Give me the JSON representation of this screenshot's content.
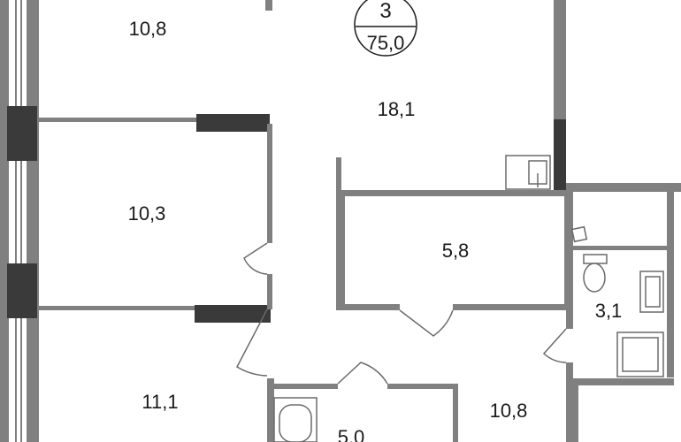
{
  "apartment": {
    "rooms_count": "3",
    "total_area": "75,0"
  },
  "rooms": [
    {
      "id": "bedroom-top",
      "area": "10,8"
    },
    {
      "id": "living-room",
      "area": "18,1"
    },
    {
      "id": "bedroom-middle",
      "area": "10,3"
    },
    {
      "id": "storage",
      "area": "5,8"
    },
    {
      "id": "bathroom-right",
      "area": "3,1"
    },
    {
      "id": "bedroom-bottom",
      "area": "11,1"
    },
    {
      "id": "bathroom-bottom",
      "area": "5,0"
    },
    {
      "id": "kitchen",
      "area": "10,8"
    }
  ],
  "colors": {
    "wall": "#808080",
    "wall_dark": "#3a3a3a",
    "background": "#ffffff",
    "text": "#1a1a1a"
  }
}
